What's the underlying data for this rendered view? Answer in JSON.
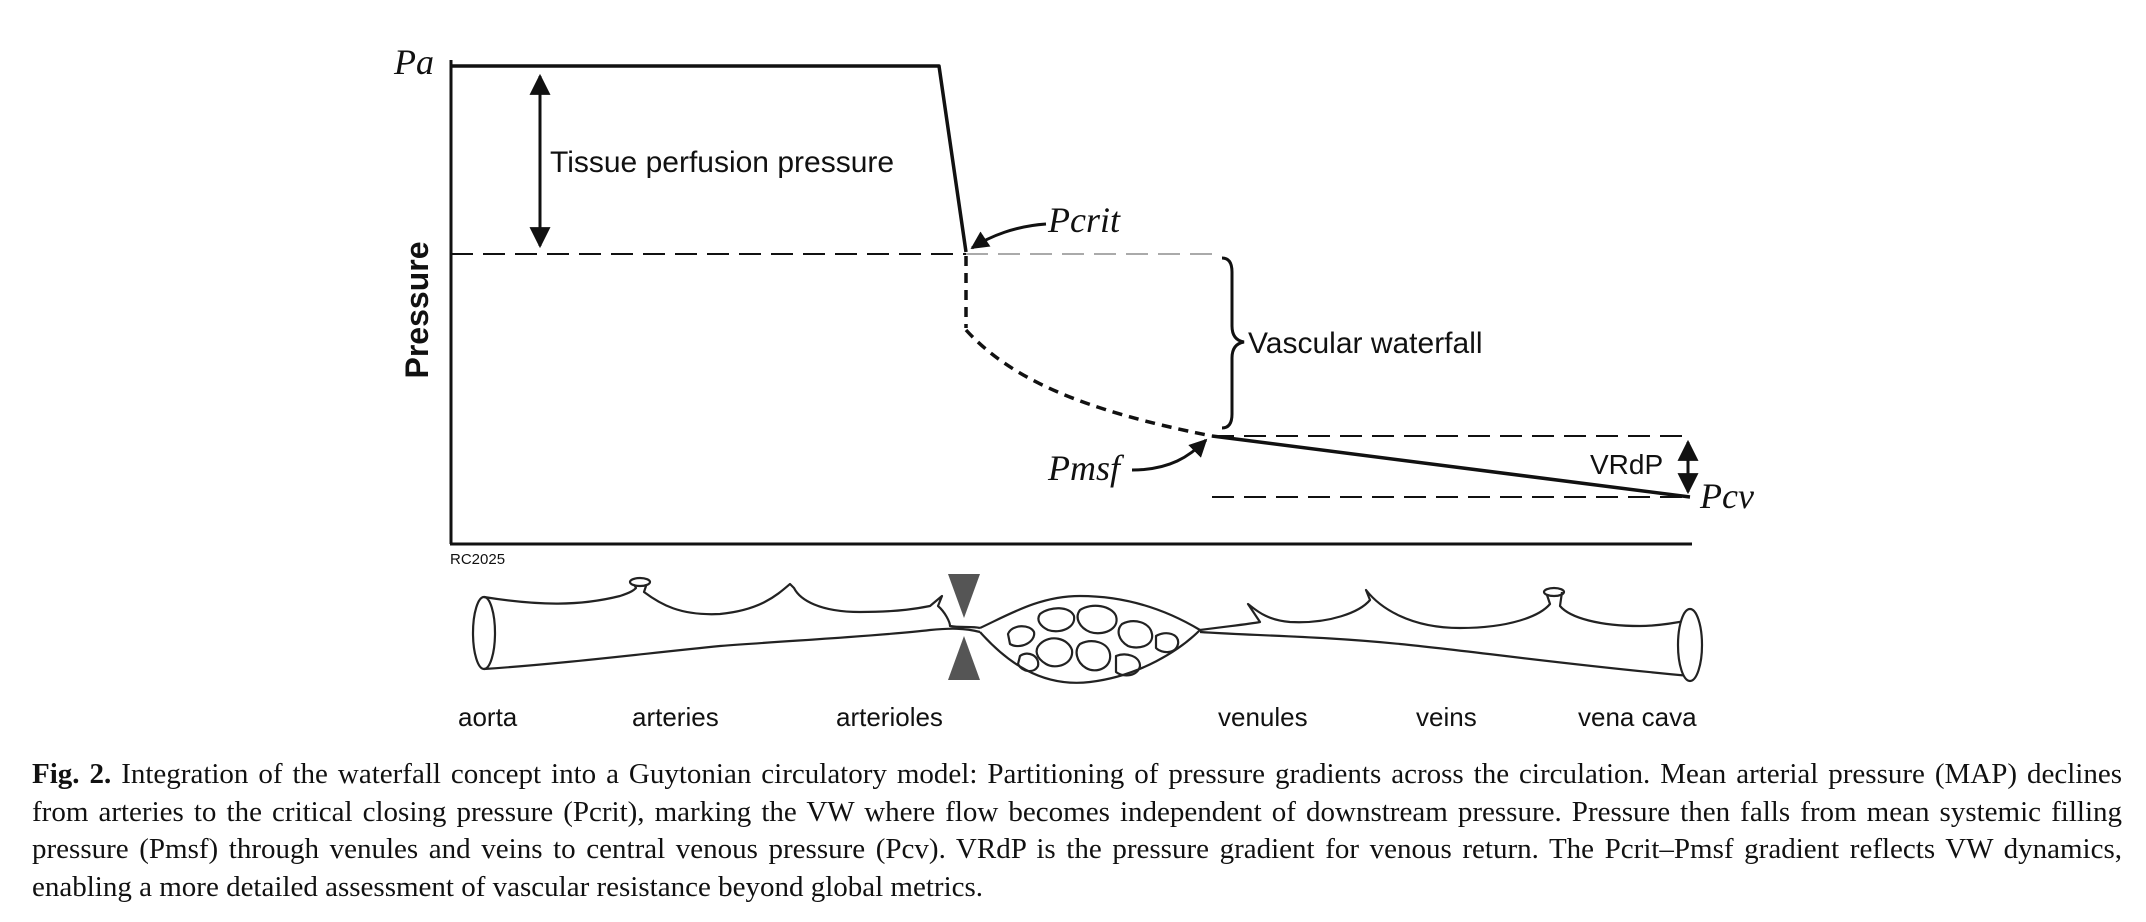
{
  "labels": {
    "pa": "Pa",
    "pcrit": "Pcrit",
    "pmsf": "Pmsf",
    "pcv": "Pcv",
    "vrdp": "VRdP",
    "tissue_perfusion": "Tissue perfusion pressure",
    "vascular_waterfall": "Vascular waterfall",
    "y_axis": "Pressure",
    "credit": "RC2025"
  },
  "vessels": [
    "aorta",
    "arteries",
    "arterioles",
    "venules",
    "veins",
    "vena cava"
  ],
  "caption": {
    "label": "Fig. 2.",
    "text": "Integration of the waterfall concept into a Guytonian circulatory model: Partitioning of pressure gradients across the circulation. Mean arterial pressure (MAP) declines from arteries to the critical closing pressure (Pcrit), marking the VW where flow becomes independent of downstream pressure. Pressure then falls from mean systemic filling pressure (Pmsf) through venules and veins to central venous pressure (Pcv). VRdP is the pressure gradient for venous return. The Pcrit–Pmsf gradient reflects VW dynamics, enabling a more detailed assessment of vascular resistance beyond global metrics."
  },
  "colors": {
    "line": "#111111",
    "dashed_light": "#aaaaaa",
    "marker": "#555555"
  }
}
